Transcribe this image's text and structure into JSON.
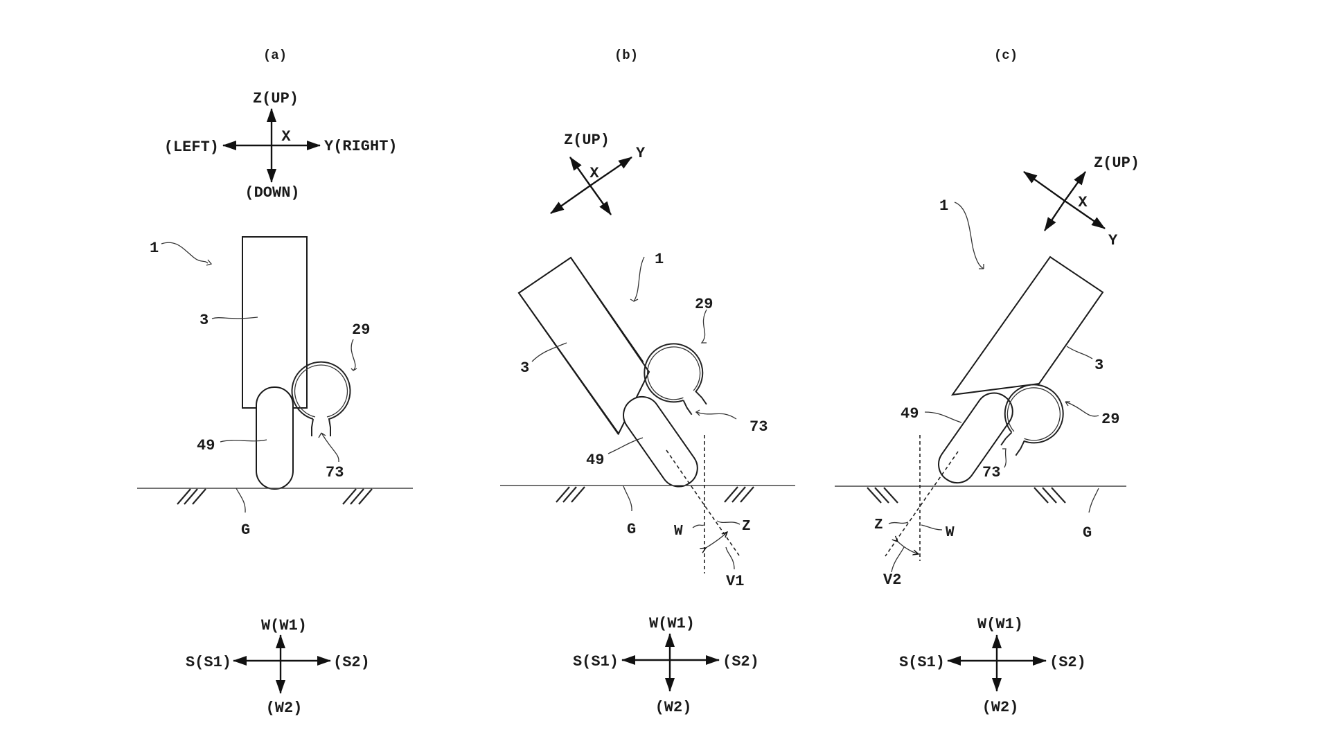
{
  "figure": {
    "panels": [
      {
        "id": "a",
        "title": "(a)",
        "top_axes": {
          "up": "Z(UP)",
          "down": "(DOWN)",
          "left": "(LEFT)",
          "right": "Y(RIGHT)",
          "center": "X"
        },
        "labels": {
          "body": "1",
          "upper": "3",
          "wheel": "49",
          "ring": "29",
          "gap": "73",
          "ground": "G"
        },
        "bottom_axes": {
          "up": "W(W1)",
          "down": "(W2)",
          "left": "S(S1)",
          "right": "(S2)"
        }
      },
      {
        "id": "b",
        "title": "(b)",
        "top_axes": {
          "up": "Z(UP)",
          "right": "Y",
          "center": "X"
        },
        "labels": {
          "body": "1",
          "upper": "3",
          "wheel": "49",
          "ring": "29",
          "gap": "73",
          "ground": "G",
          "vertical": "W",
          "tilt": "Z",
          "angle": "V1"
        },
        "bottom_axes": {
          "up": "W(W1)",
          "down": "(W2)",
          "left": "S(S1)",
          "right": "(S2)"
        }
      },
      {
        "id": "c",
        "title": "(c)",
        "top_axes": {
          "up": "Z(UP)",
          "right": "Y",
          "center": "X"
        },
        "labels": {
          "body": "1",
          "upper": "3",
          "wheel": "49",
          "ring": "29",
          "gap": "73",
          "ground": "G",
          "vertical": "W",
          "tilt": "Z",
          "angle": "V2"
        },
        "bottom_axes": {
          "up": "W(W1)",
          "down": "(W2)",
          "left": "S(S1)",
          "right": "(S2)"
        }
      }
    ]
  }
}
